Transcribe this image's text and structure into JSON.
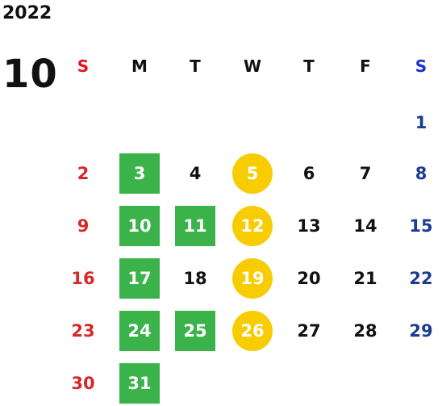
{
  "year": "2022",
  "month": "10",
  "weekdays": [
    "S",
    "M",
    "T",
    "W",
    "T",
    "F",
    "S"
  ],
  "weeks": [
    [
      "",
      "",
      "",
      "",
      "",
      "",
      "1"
    ],
    [
      "2",
      "3",
      "4",
      "5",
      "6",
      "7",
      "8"
    ],
    [
      "9",
      "10",
      "11",
      "12",
      "13",
      "14",
      "15"
    ],
    [
      "16",
      "17",
      "18",
      "19",
      "20",
      "21",
      "22"
    ],
    [
      "23",
      "24",
      "25",
      "26",
      "27",
      "28",
      "29"
    ],
    [
      "30",
      "31",
      "",
      "",
      "",
      "",
      ""
    ]
  ],
  "highlights": {
    "green_days": [
      "3",
      "10",
      "11",
      "17",
      "24",
      "25",
      "31"
    ],
    "yellow_days": [
      "5",
      "12",
      "19",
      "26"
    ]
  },
  "colors": {
    "sunday": "#d62828",
    "saturday": "#1d3c8f",
    "green_highlight": "#3bb34a",
    "yellow_highlight": "#f7cc00"
  }
}
